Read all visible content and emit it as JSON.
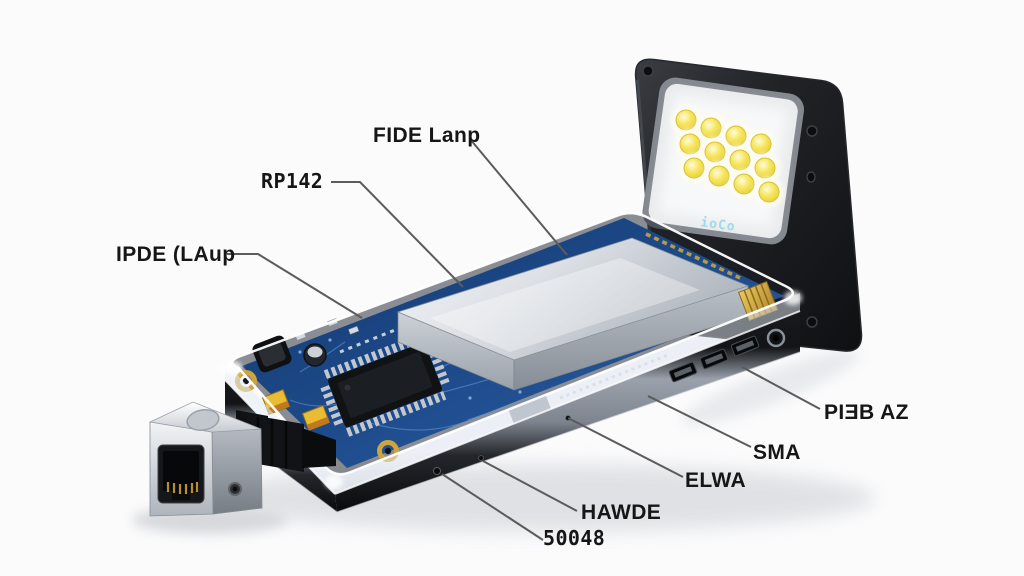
{
  "scene": {
    "background_color": "#fbfbfc",
    "leader_line_color": "#5b5b5b",
    "label_text_color": "#161616"
  },
  "labels": [
    {
      "id": "fide-lanp",
      "text": "FIDE Lanp"
    },
    {
      "id": "rp142",
      "text": "RP142"
    },
    {
      "id": "ipde-laup",
      "text": "IPDE (LAup"
    },
    {
      "id": "pieb-az",
      "text": "PIƎB AZ"
    },
    {
      "id": "sma",
      "text": "SMA"
    },
    {
      "id": "elwa",
      "text": "ELWA"
    },
    {
      "id": "hawde",
      "text": "HAWDE"
    },
    {
      "id": "n50048",
      "text": "50048"
    }
  ],
  "lamp": {
    "logo_text": "ioCo",
    "led_count": 12,
    "led_color_core": "#f0da45",
    "led_color_halo": "#fffdf0",
    "body_color": "#1b1d20"
  },
  "device": {
    "pcb_color": "#1d4a8a",
    "shield_color": "#d9dde2",
    "base_color": "#1a1d21",
    "gold_accent": "#caa235",
    "usb_port_count": 3,
    "audio_jack_count": 1
  }
}
